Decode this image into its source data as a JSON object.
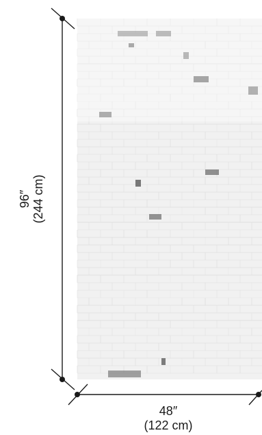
{
  "dimensions": {
    "height": {
      "imperial": "96″",
      "metric": "(244 cm)"
    },
    "width": {
      "imperial": "48″",
      "metric": "(122 cm)"
    }
  },
  "panel": {
    "material": "white painted brick wall texture",
    "base_color": "#f1f1f1",
    "mortar_color": "#e0e0e0",
    "dark_brick_color": "#6a6a6a"
  },
  "colors": {
    "line": "#1a1a1a"
  }
}
